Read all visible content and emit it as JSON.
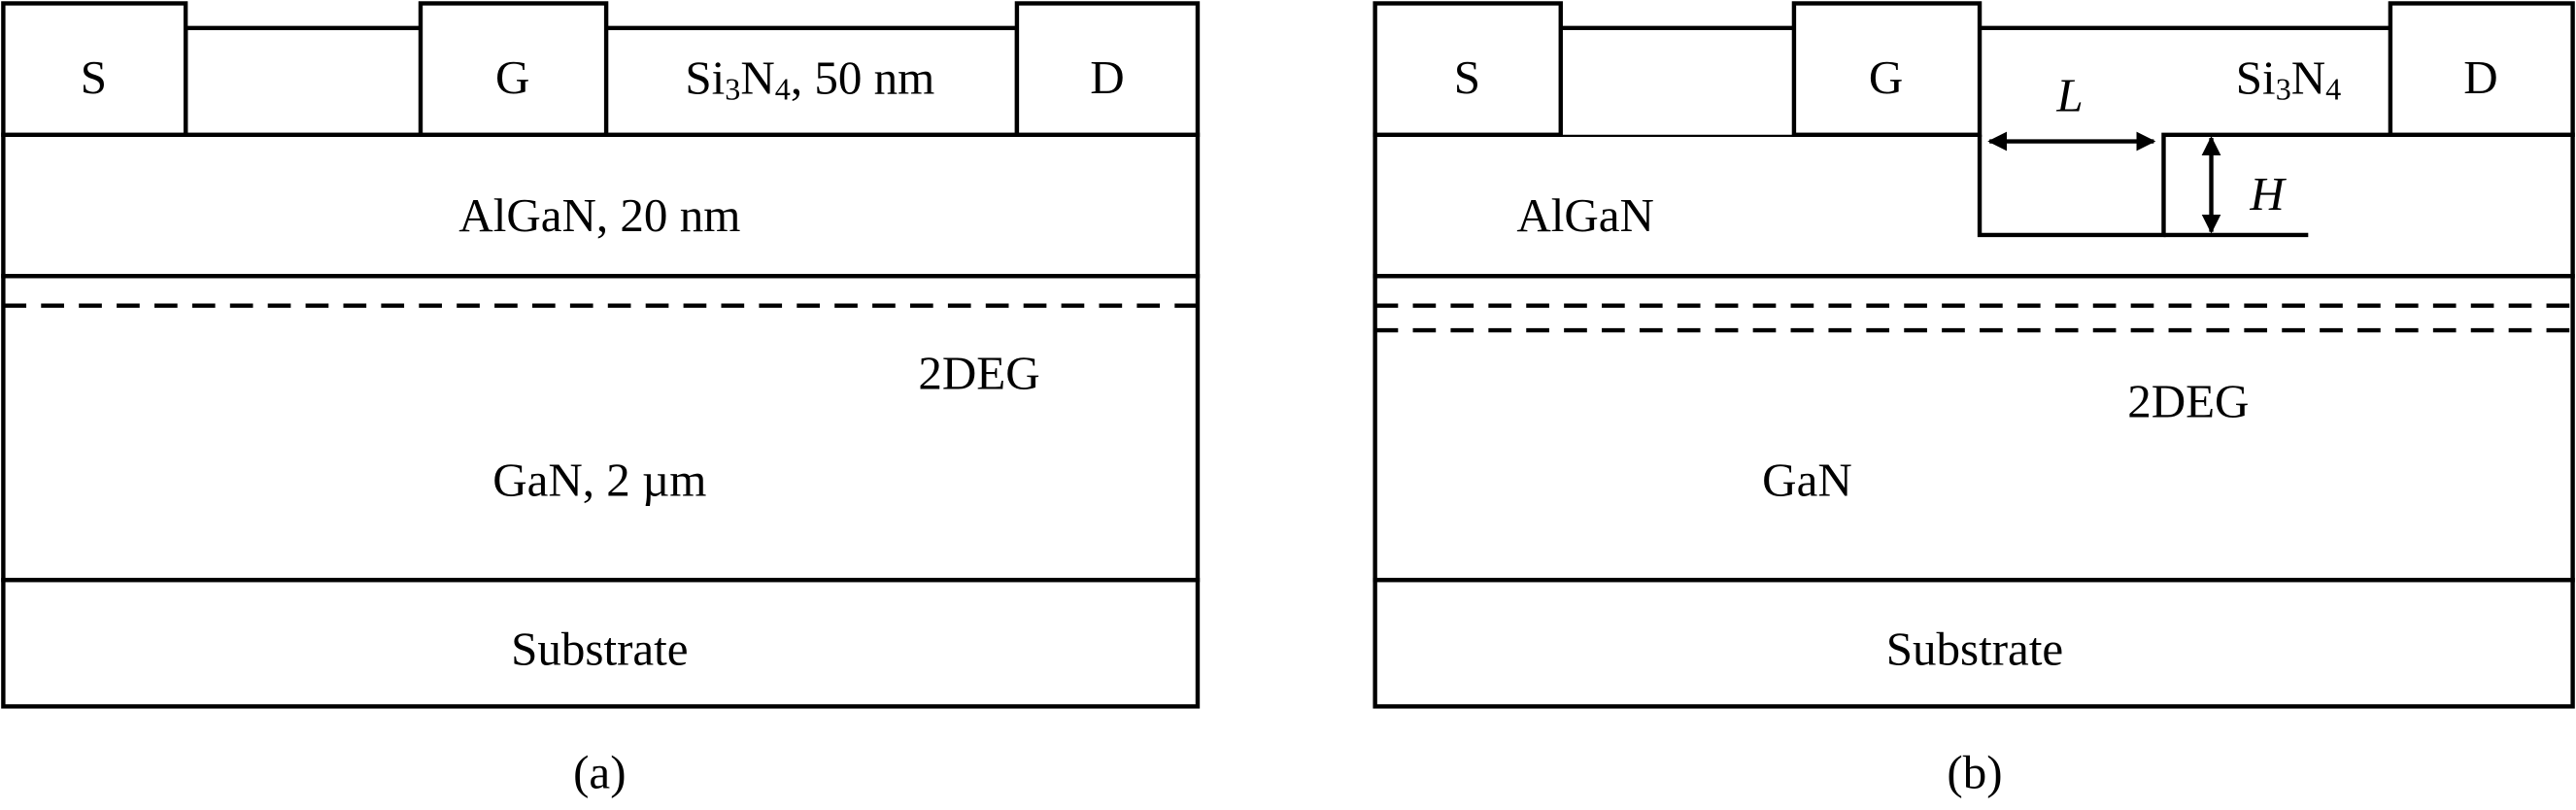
{
  "panel_a": {
    "source": "S",
    "gate": "G",
    "drain": "D",
    "passivation": {
      "main": "Si",
      "sub1": "3",
      "mid": "N",
      "sub2": "4",
      "suffix": ", 50 nm"
    },
    "barrier": "AlGaN, 20 nm",
    "channel_label": "2DEG",
    "buffer": "GaN, 2 µm",
    "substrate": "Substrate",
    "caption": "(a)"
  },
  "panel_b": {
    "source": "S",
    "gate": "G",
    "drain": "D",
    "passivation": {
      "main": "Si",
      "sub1": "3",
      "mid": "N",
      "sub2": "4"
    },
    "barrier": "AlGaN",
    "recess_length": "L",
    "recess_depth": "H",
    "channel_label": "2DEG",
    "buffer": "GaN",
    "substrate": "Substrate",
    "caption": "(b)"
  }
}
